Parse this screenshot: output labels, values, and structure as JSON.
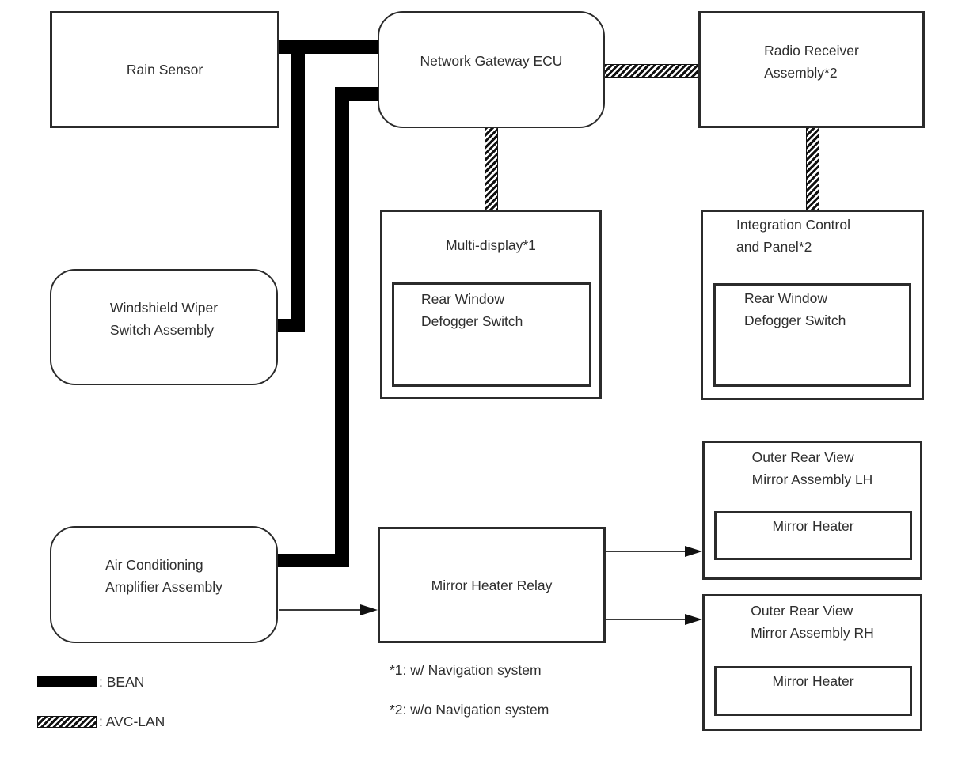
{
  "nodes": {
    "rain_sensor": {
      "label": "Rain Sensor"
    },
    "network_gateway_ecu": {
      "label": "Network Gateway ECU"
    },
    "radio_receiver": {
      "lines": [
        "Radio Receiver",
        "Assembly*2"
      ]
    },
    "multi_display": {
      "title": "Multi-display*1",
      "child": {
        "lines": [
          "Rear Window",
          "Defogger Switch"
        ]
      }
    },
    "integration_panel": {
      "title_lines": [
        "Integration Control",
        "and Panel*2"
      ],
      "child": {
        "lines": [
          "Rear Window",
          "Defogger Switch"
        ]
      }
    },
    "wiper_switch": {
      "lines": [
        "Windshield Wiper",
        "Switch Assembly"
      ]
    },
    "ac_amplifier": {
      "lines": [
        "Air Conditioning",
        "Amplifier Assembly"
      ]
    },
    "mirror_heater_relay": {
      "label": "Mirror Heater Relay"
    },
    "mirror_lh": {
      "title_lines": [
        "Outer Rear View",
        "Mirror Assembly LH"
      ],
      "child": {
        "label": "Mirror Heater"
      }
    },
    "mirror_rh": {
      "title_lines": [
        "Outer Rear View",
        "Mirror Assembly RH"
      ],
      "child": {
        "label": "Mirror Heater"
      }
    }
  },
  "legend": {
    "items": [
      {
        "swatch": "bean-solid-bar",
        "label": ": BEAN"
      },
      {
        "swatch": "avclan-hatched-bar",
        "label": ": AVC-LAN"
      }
    ]
  },
  "notes": [
    "*1: w/ Navigation system",
    "*2: w/o Navigation system"
  ],
  "colors": {
    "bean_line": "#000000",
    "box_border": "#2b2b2b",
    "text": "#2e2e2e",
    "background": "#ffffff"
  }
}
